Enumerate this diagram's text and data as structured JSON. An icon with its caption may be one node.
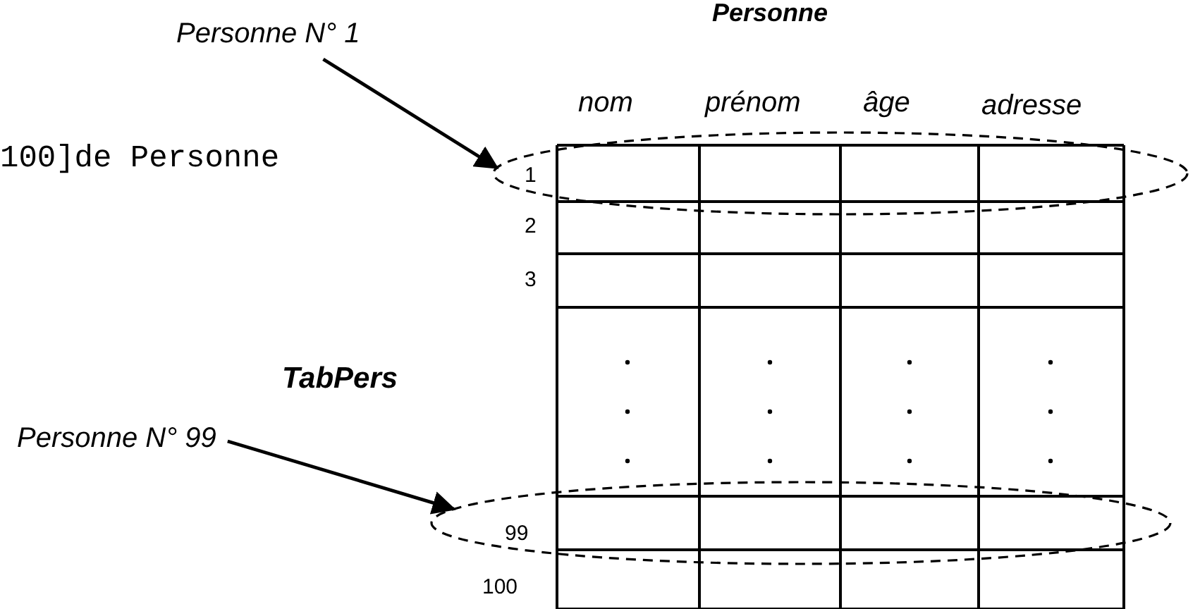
{
  "diagram": {
    "nodes": [
      {
        "text": [
          "Personne N° 1"
        ]
      },
      {
        "text": [],
        "shape": "ellipse"
      },
      {
        "text": [
          "Personne N° 99"
        ]
      },
      {
        "text": [],
        "shape": "ellipse"
      }
    ],
    "edges": [
      {
        "from": 0,
        "to": 1,
        "arrow": "to"
      },
      {
        "from": 2,
        "to": 3,
        "arrow": "to"
      }
    ],
    "labels": [
      "Personne",
      "nom",
      "prénom",
      "âge",
      "adresse",
      "100]de Personne",
      "1",
      "2",
      "3",
      "TabPers",
      "99",
      "100"
    ]
  }
}
